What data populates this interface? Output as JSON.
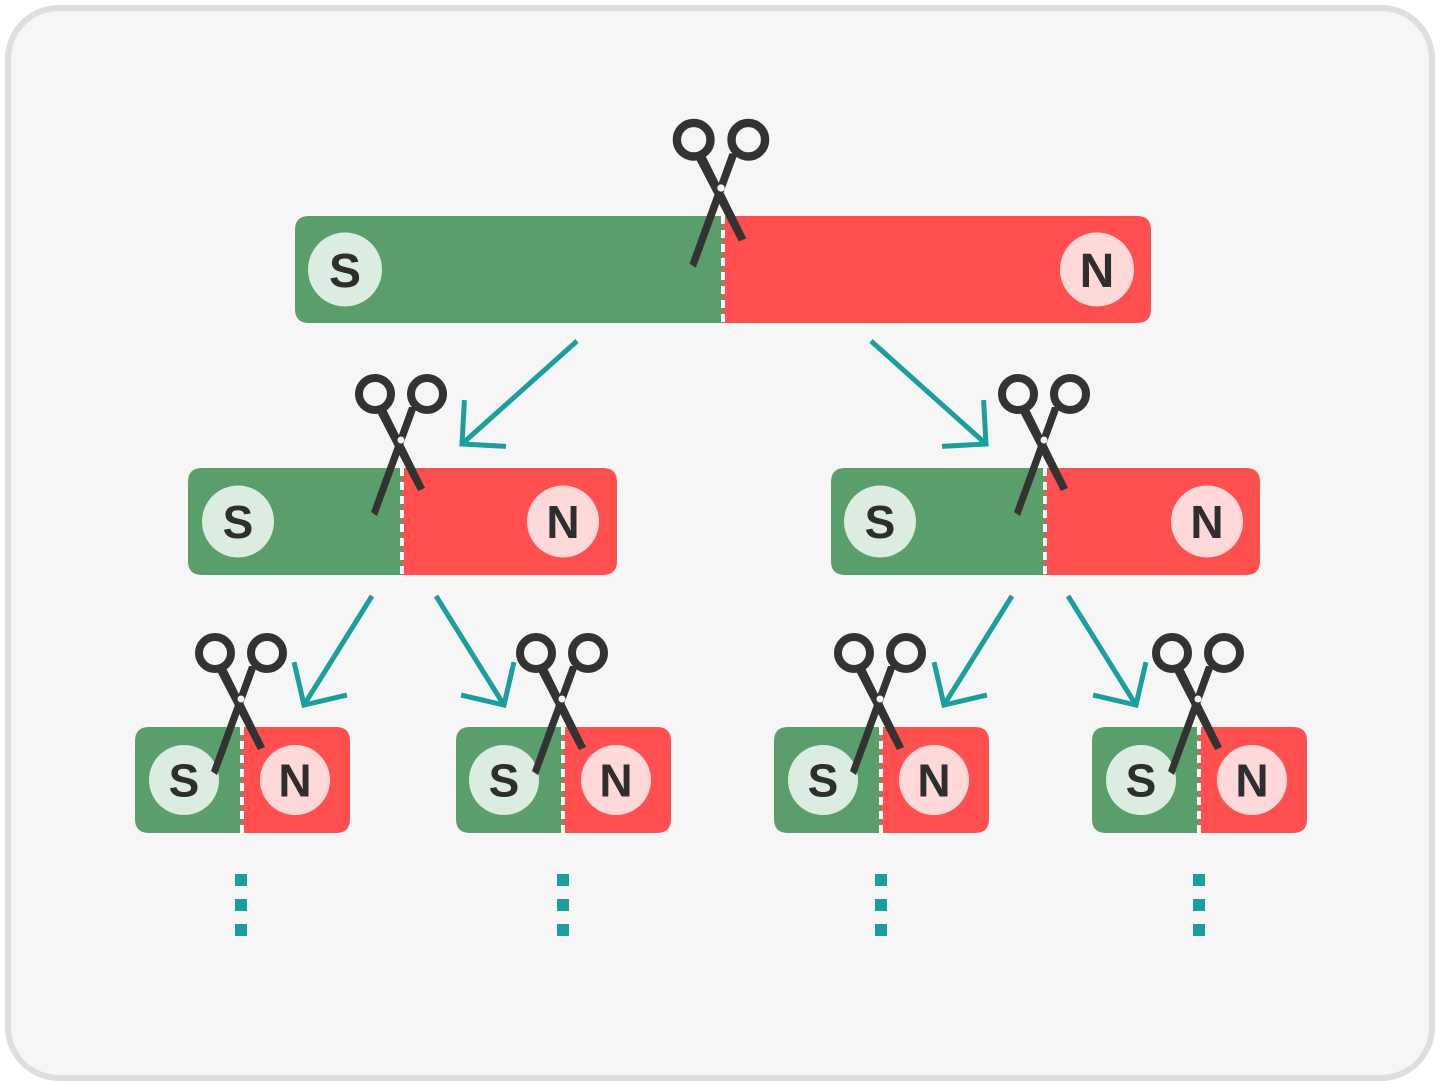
{
  "colors": {
    "frame_border": "#dedede",
    "background": "#f6f6f6",
    "south_pole": "#5a9e6b",
    "north_pole": "#ff4f4f",
    "south_label_circle": "#dcece0",
    "north_label_circle": "#ffd9d9",
    "arrow": "#1a9e9e",
    "scissors": "#333333",
    "cut_line": "#ffffff"
  },
  "labels": {
    "south": "S",
    "north": "N"
  },
  "magnets": [
    {
      "level": 0,
      "south_label": "S",
      "north_label": "N"
    },
    {
      "level": 1,
      "south_label": "S",
      "north_label": "N"
    },
    {
      "level": 1,
      "south_label": "S",
      "north_label": "N"
    },
    {
      "level": 2,
      "south_label": "S",
      "north_label": "N"
    },
    {
      "level": 2,
      "south_label": "S",
      "north_label": "N"
    },
    {
      "level": 2,
      "south_label": "S",
      "north_label": "N"
    },
    {
      "level": 2,
      "south_label": "S",
      "north_label": "N"
    }
  ],
  "icons": {
    "cut_tool": "scissors-icon",
    "split_arrow": "arrow-icon",
    "continuation": "vertical-ellipsis-icon"
  }
}
